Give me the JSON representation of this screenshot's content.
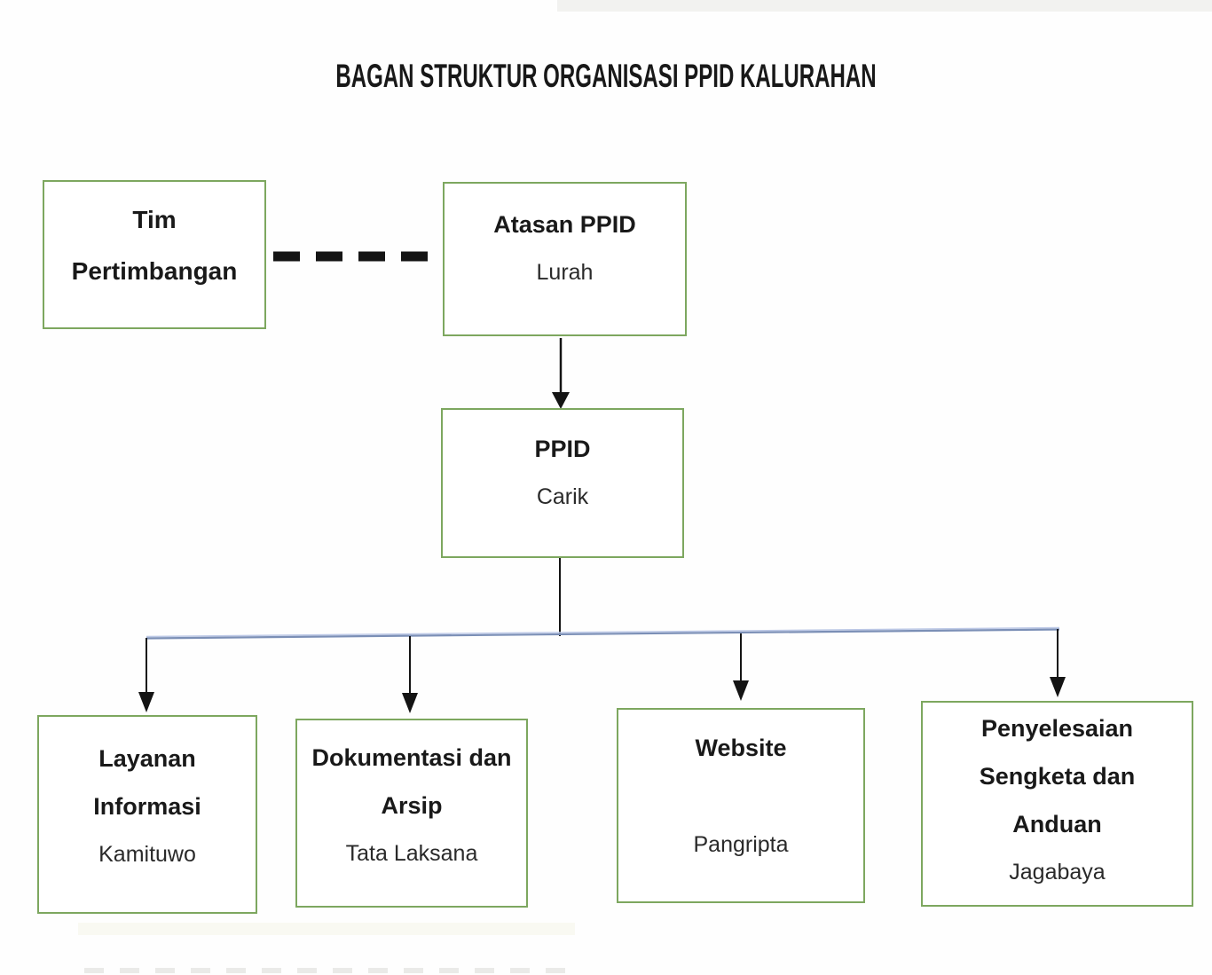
{
  "title": "BAGAN STRUKTUR ORGANISASI PPID KALURAHAN",
  "colors": {
    "box_border": "#7da75f",
    "line_black": "#141414",
    "line_blue": "#7b8fb6",
    "line_blue_light": "#bcc8e6",
    "text": "#1c1c1c"
  },
  "nodes": {
    "tim_pertimbangan": {
      "title_line1": "Tim",
      "title_line2": "Pertimbangan"
    },
    "atasan_ppid": {
      "title": "Atasan PPID",
      "role": "Lurah"
    },
    "ppid": {
      "title": "PPID",
      "role": "Carik"
    },
    "layanan_informasi": {
      "title_line1": "Layanan",
      "title_line2": "Informasi",
      "role": "Kamituwo"
    },
    "dokumentasi_arsip": {
      "title_line1": "Dokumentasi dan",
      "title_line2": "Arsip",
      "role": "Tata Laksana"
    },
    "website": {
      "title": "Website",
      "role": "Pangripta"
    },
    "penyelesaian": {
      "title_line1": "Penyelesaian",
      "title_line2": "Sengketa dan",
      "title_line3": "Anduan",
      "role": "Jagabaya"
    }
  },
  "edges": [
    {
      "from": "tim_pertimbangan",
      "to": "atasan_ppid",
      "style": "dashed"
    },
    {
      "from": "atasan_ppid",
      "to": "ppid",
      "style": "arrow"
    },
    {
      "from": "ppid",
      "to": "layanan_informasi",
      "style": "arrow"
    },
    {
      "from": "ppid",
      "to": "dokumentasi_arsip",
      "style": "arrow"
    },
    {
      "from": "ppid",
      "to": "website",
      "style": "arrow"
    },
    {
      "from": "ppid",
      "to": "penyelesaian",
      "style": "arrow"
    }
  ]
}
